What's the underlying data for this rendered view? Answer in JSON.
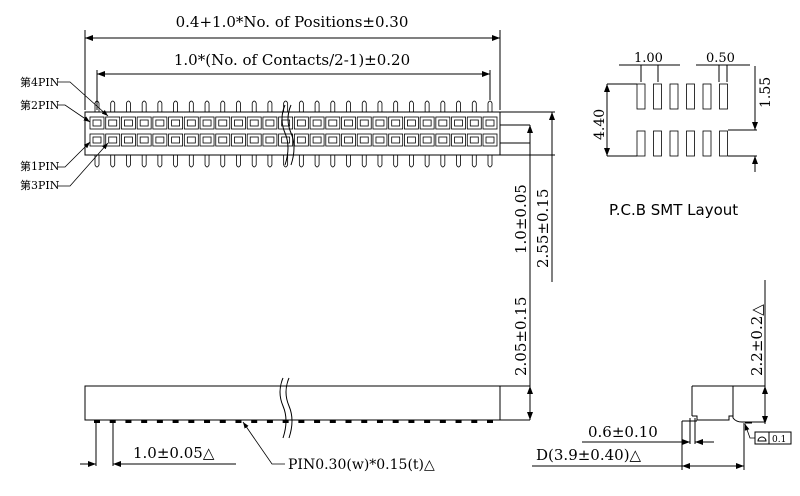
{
  "top_view": {
    "overall_dim": "0.4+1.0*No. of Positions±0.30",
    "contact_dim": "1.0*(No. of Contacts/2-1)±0.20",
    "pin_labels": [
      "第4PIN",
      "第2PIN",
      "第1PIN",
      "第3PIN"
    ],
    "dim_height_1": "1.0±0.05",
    "dim_height_2": "2.55±0.15",
    "pin_pairs_drawn": 26
  },
  "pcb_layout": {
    "title": "P.C.B SMT Layout",
    "pitch": "1.00",
    "pad_width": "0.50",
    "pad_length": "1.55",
    "row_span": "4.40"
  },
  "side_view": {
    "height_dim": "2.05±0.15",
    "pitch_dim": "1.0±0.05△",
    "pin_note": "PIN0.30(w)*0.15(t)△"
  },
  "end_view": {
    "height_dim": "2.2±0.2△",
    "lead_dim": "0.6±0.10",
    "depth_dim": "D(3.9±0.40)△",
    "flatness_value": "0.1"
  }
}
